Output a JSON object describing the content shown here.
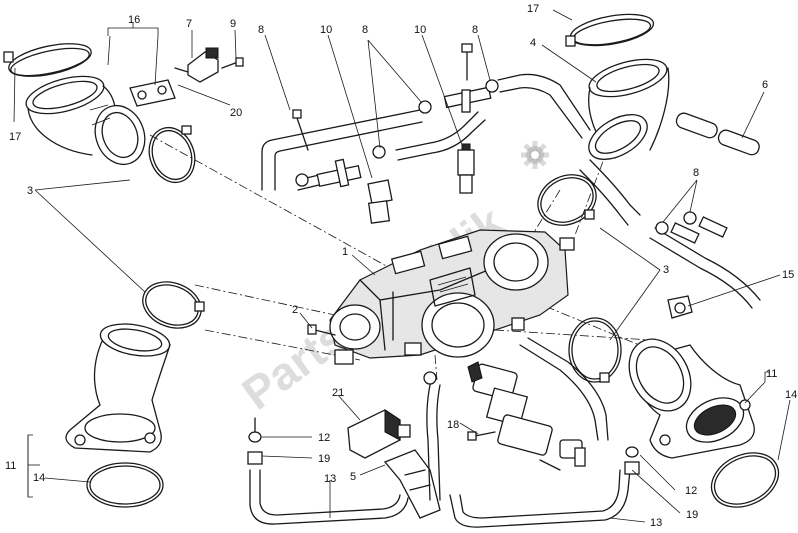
{
  "watermark": {
    "text": "PartsRepublik"
  },
  "callouts": {
    "c1": "1",
    "c2": "2",
    "c3a": "3",
    "c3b": "3",
    "c4": "4",
    "c5": "5",
    "c6": "6",
    "c7": "7",
    "c8a": "8",
    "c8b": "8",
    "c8c": "8",
    "c8d": "8",
    "c9": "9",
    "c10a": "10",
    "c10b": "10",
    "c11a": "11",
    "c11b": "11",
    "c12a": "12",
    "c12b": "12",
    "c13a": "13",
    "c13b": "13",
    "c14a": "14",
    "c14b": "14",
    "c15": "15",
    "c16": "16",
    "c17a": "17",
    "c17b": "17",
    "c18": "18",
    "c19a": "19",
    "c19b": "19",
    "c20": "20",
    "c21": "21"
  }
}
